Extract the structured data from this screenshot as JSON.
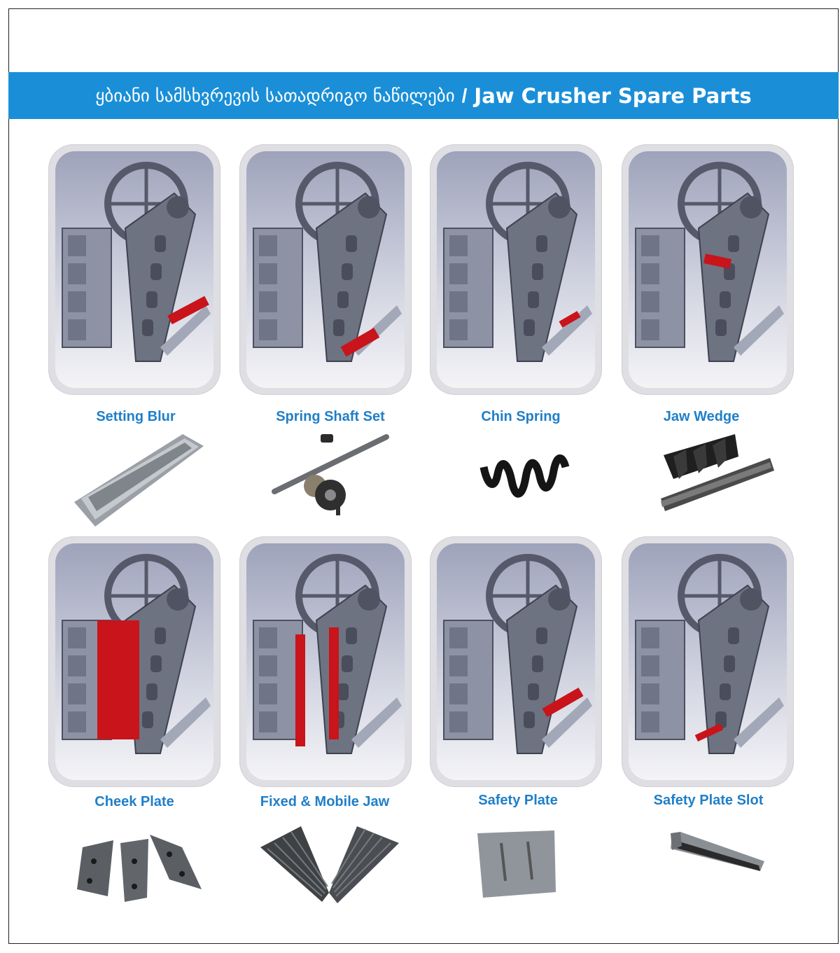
{
  "banner": {
    "georgian_title": "ყბიანი სამსხვრევის სათადრიგო ნაწილები",
    "separator": "/",
    "english_title": "Jaw Crusher Spare Parts"
  },
  "parts": [
    {
      "label": "Setting Blur",
      "icon": "machine-render"
    },
    {
      "label": "Spring Shaft Set",
      "icon": "machine-render"
    },
    {
      "label": "Chin Spring",
      "icon": "machine-render"
    },
    {
      "label": "Jaw Wedge",
      "icon": "machine-render"
    },
    {
      "label": "Cheek Plate",
      "icon": "machine-render"
    },
    {
      "label": "Fixed & Mobile Jaw",
      "icon": "machine-render"
    },
    {
      "label": "Safety Plate",
      "icon": "machine-render"
    },
    {
      "label": "Safety Plate Slot",
      "icon": "machine-render"
    }
  ],
  "colors": {
    "banner": "#1a8fd8",
    "label": "#1f7fc8",
    "highlight": "#c8141a",
    "steel": "#6e7381"
  }
}
